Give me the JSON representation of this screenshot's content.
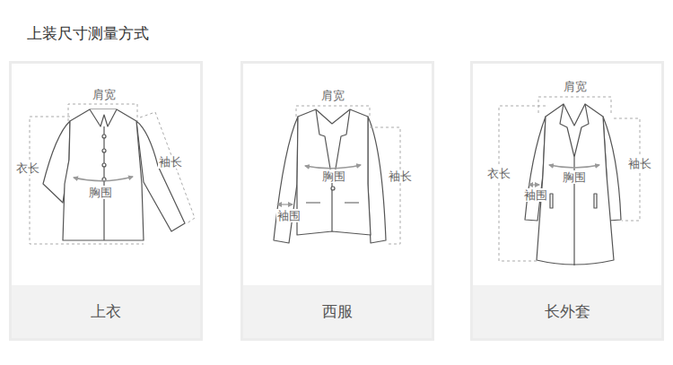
{
  "diagram": {
    "title": "上装尺寸测量方式",
    "nodes": [
      {
        "text": [
          "上衣"
        ]
      },
      {
        "text": [
          "西服"
        ]
      },
      {
        "text": [
          "长外套"
        ]
      }
    ],
    "labels": [
      "肩宽",
      "衣长",
      "袖长",
      "胸围",
      "肩宽",
      "胸围",
      "袖长",
      "袖围",
      "肩宽",
      "衣长",
      "袖长",
      "胸围",
      "袖围"
    ]
  }
}
